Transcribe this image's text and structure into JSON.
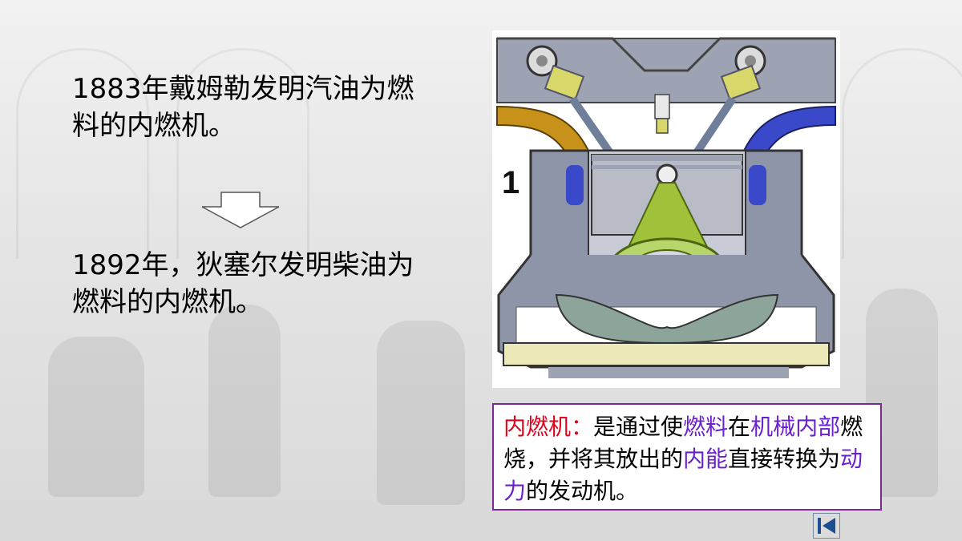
{
  "slide": {
    "paragraph_1": "1883年戴姆勒发明汽油为燃料的内燃机。",
    "paragraph_2": "1892年，狄塞尔发明柴油为燃料的内燃机。",
    "diagram_stroke_label": "1",
    "definition": {
      "term": "内燃机：",
      "s1": "是通过使",
      "s2": "燃料",
      "s3": "在",
      "s4": "机械内部",
      "s5": "燃烧，并将其放出的",
      "s6": "内能",
      "s7": "直接转换为",
      "s8": "动力",
      "s9": "的发动机。"
    }
  },
  "colors": {
    "term": "#e3001b",
    "keyword": "#6a1fd1",
    "box_border": "#7b2a93"
  },
  "icons": {
    "down_arrow": "outline-down-arrow-icon",
    "nav_back": "back-to-start-icon"
  }
}
